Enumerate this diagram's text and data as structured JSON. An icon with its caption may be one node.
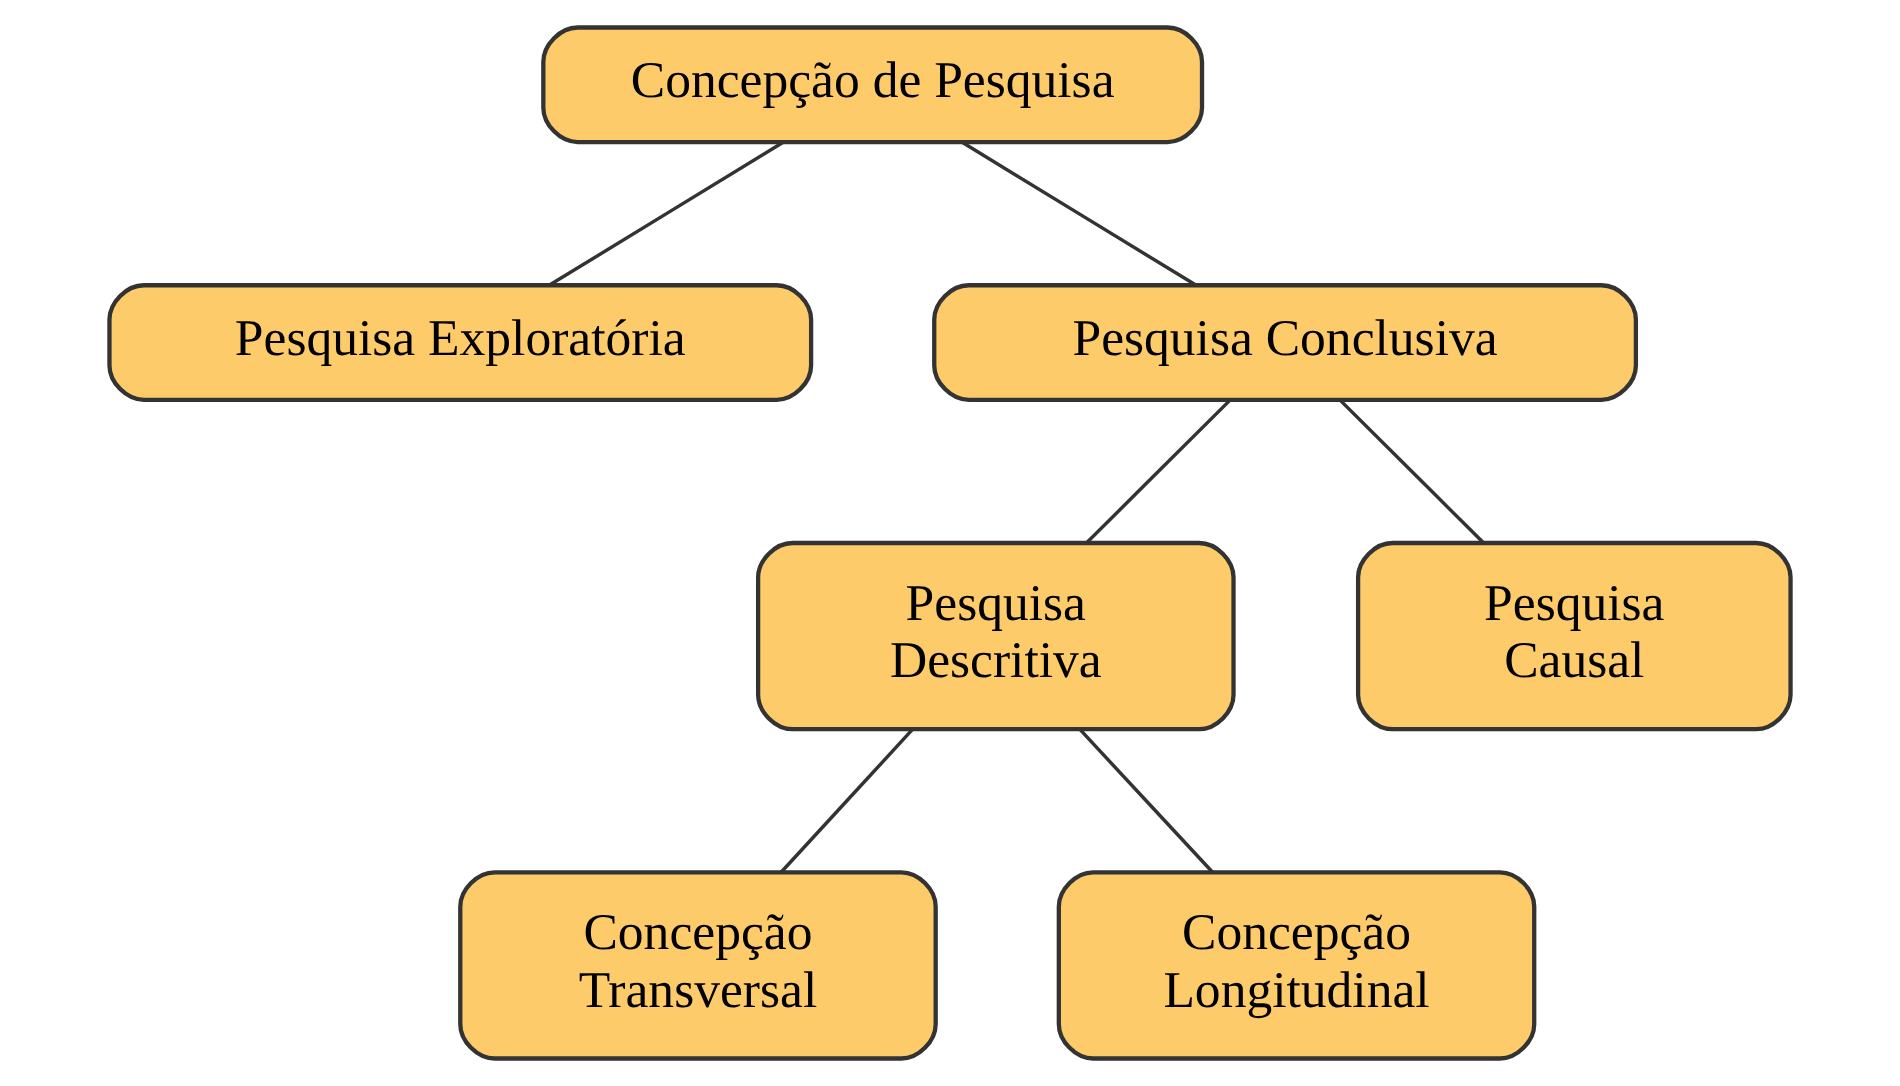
{
  "diagram": {
    "nodes": [
      {
        "text": [
          "Concepção de Pesquisa"
        ]
      },
      {
        "text": [
          "Pesquisa Exploratória"
        ]
      },
      {
        "text": [
          "Pesquisa Conclusiva"
        ]
      },
      {
        "text": [
          "Pesquisa Descritiva"
        ]
      },
      {
        "text": [
          "Pesquisa Causal"
        ]
      },
      {
        "text": [
          "Concepção Transversal"
        ]
      },
      {
        "text": [
          "Concepção Longitudinal"
        ]
      }
    ],
    "edges": [
      {
        "from": 0,
        "to": 1,
        "arrow": "none"
      },
      {
        "from": 0,
        "to": 2,
        "arrow": "none"
      },
      {
        "from": 2,
        "to": 3,
        "arrow": "none"
      },
      {
        "from": 2,
        "to": 4,
        "arrow": "none"
      },
      {
        "from": 3,
        "to": 5,
        "arrow": "none"
      },
      {
        "from": 3,
        "to": 6,
        "arrow": "none"
      }
    ]
  }
}
